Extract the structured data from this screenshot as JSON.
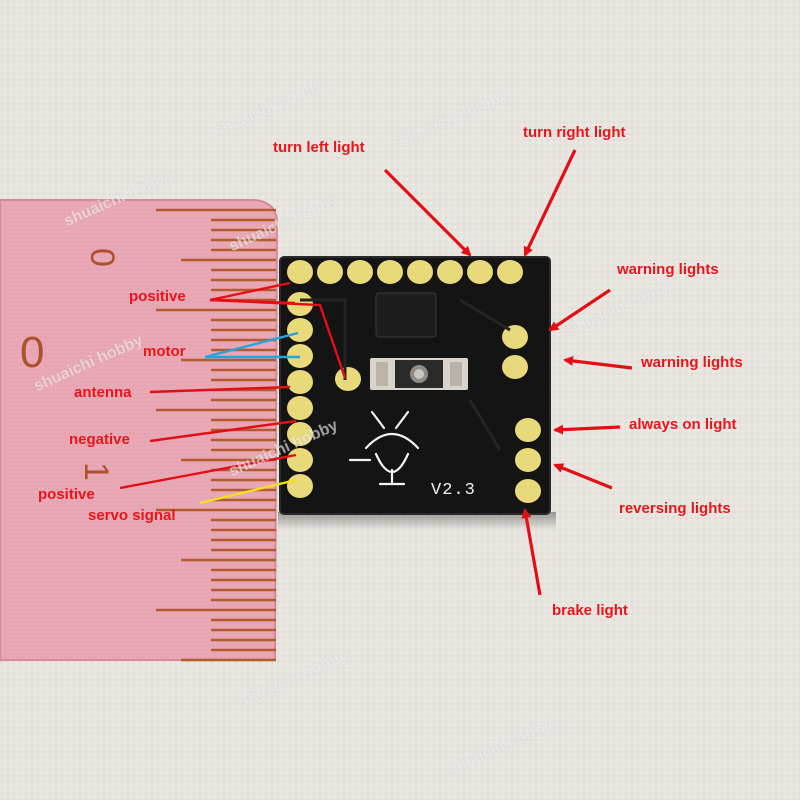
{
  "labels": {
    "turn_left": "turn left light",
    "turn_right": "turn right light",
    "warning_1": "warning lights",
    "warning_2": "warning lights",
    "always_on": "always on light",
    "reversing": "reversing lights",
    "brake": "brake light",
    "positive_top": "positive",
    "motor": "motor",
    "antenna": "antenna",
    "negative": "negative",
    "positive_bottom": "positive",
    "servo_signal": "servo signal"
  },
  "board": {
    "version": "V2.3"
  },
  "ruler": {
    "marks": [
      "0",
      "0",
      "1"
    ]
  },
  "watermark": {
    "text": "shuaichi hobby"
  },
  "colors": {
    "label_red": "#e8161a",
    "arrow_red": "#e30f14",
    "motor_blue": "#22a6e0",
    "servo_yellow": "#f3e21a",
    "board_black": "#141414",
    "pad_gold": "#e8d97a",
    "ruler_pink": "#e9a7b4"
  }
}
